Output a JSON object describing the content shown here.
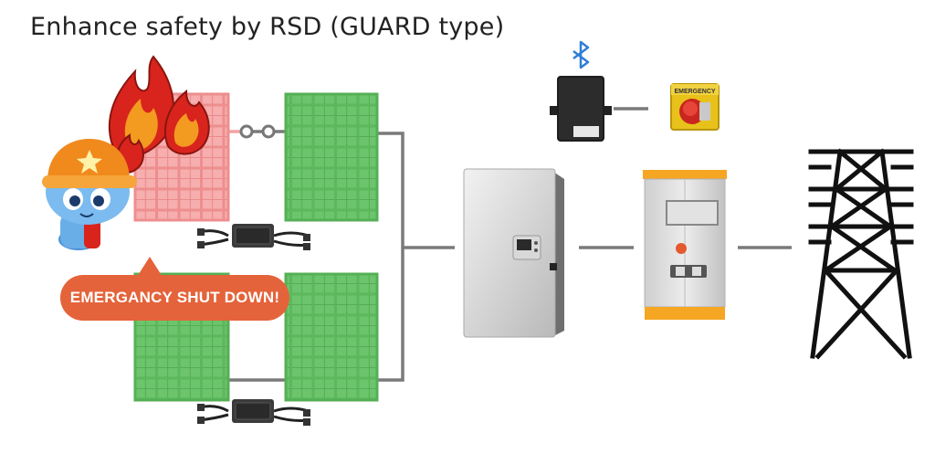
{
  "title": "Enhance safety by RSD (GUARD type)",
  "callout": {
    "text": "EMERGANCY SHUT DOWN!"
  },
  "emergency_button": {
    "label": "EMERGENCY"
  },
  "icons": {
    "bluetooth": "bluetooth-icon",
    "fire": "fire-icon",
    "firefighter": "firefighter-mascot-icon",
    "transmission_tower": "transmission-tower-icon"
  },
  "colors": {
    "panel_green": "#5db85d",
    "panel_red": "#f4a3a3",
    "callout": "#e4633a",
    "wire": "#7a7a7a",
    "fire_red": "#d8241c",
    "fire_orange": "#f39a21",
    "cabinet_orange": "#f5a623",
    "bluetooth_blue": "#2f7fd6"
  }
}
